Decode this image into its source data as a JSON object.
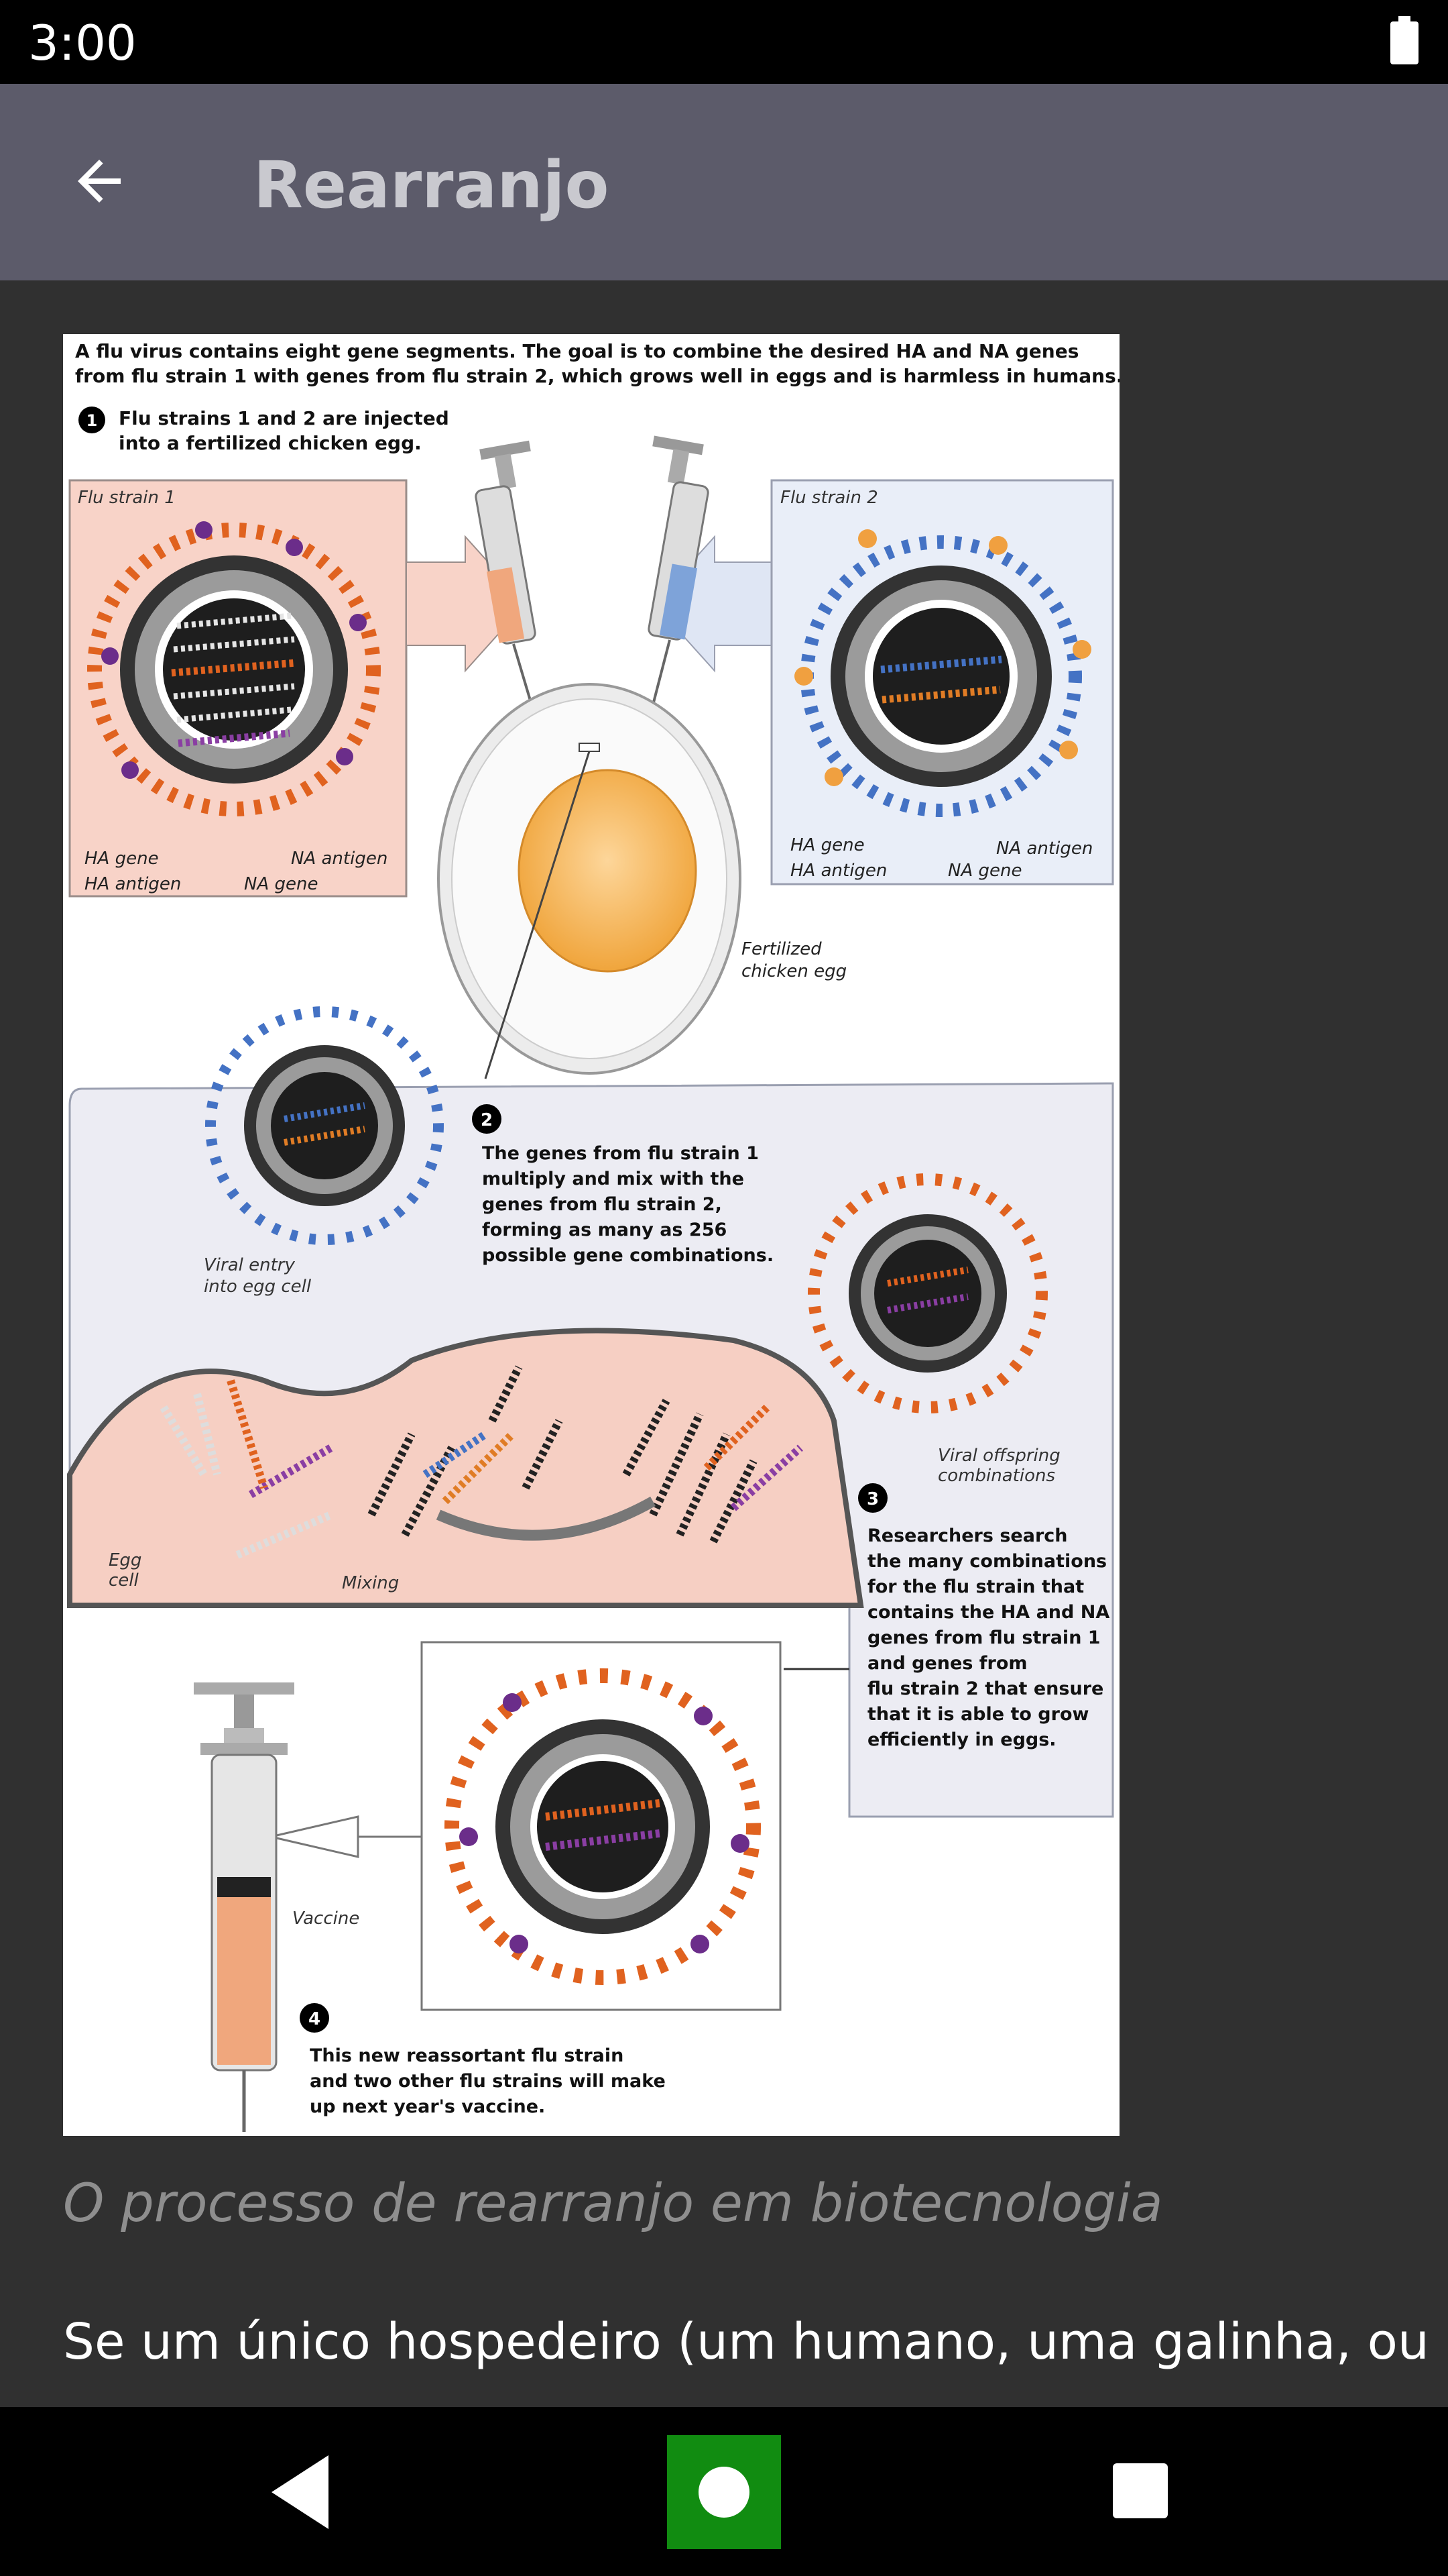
{
  "status_bar": {
    "time": "3:00",
    "battery_icon": "battery-full-icon"
  },
  "app_bar": {
    "title": "Rearranjo",
    "back_icon": "arrow-back-icon"
  },
  "figure": {
    "intro": [
      "A flu virus contains eight gene segments. The goal is to combine the desired HA and NA genes",
      "from flu strain 1 with genes from flu strain 2, which grows well in eggs and is harmless in humans."
    ],
    "step1": {
      "number": "1",
      "lines": [
        "Flu strains 1 and 2 are injected",
        "into a fertilized chicken egg."
      ]
    },
    "strain1": {
      "label": "Flu strain 1",
      "ha_gene": "HA gene",
      "ha_antigen": "HA antigen",
      "na_antigen": "NA antigen",
      "na_gene": "NA gene"
    },
    "strain2": {
      "label": "Flu strain 2",
      "ha_gene": "HA gene",
      "ha_antigen": "HA antigen",
      "na_antigen": "NA antigen",
      "na_gene": "NA gene"
    },
    "egg_label": [
      "Fertilized",
      "chicken egg"
    ],
    "step2": {
      "number": "2",
      "lines": [
        "The genes from flu strain 1",
        "multiply and mix with the",
        "genes from flu strain 2,",
        "forming as many as 256",
        "possible gene combinations."
      ]
    },
    "viral_entry": [
      "Viral entry",
      "into egg cell"
    ],
    "viral_offspring": [
      "Viral offspring",
      "combinations"
    ],
    "egg_cell": [
      "Egg",
      "cell"
    ],
    "mixing": "Mixing",
    "step3": {
      "number": "3",
      "lines": [
        "Researchers search",
        "the many combinations",
        "for the flu strain that",
        "contains the HA and NA",
        "genes from flu strain 1",
        "and genes from",
        "flu strain 2 that ensure",
        "that it is able to grow",
        "efficiently in eggs."
      ]
    },
    "vaccine_label": "Vaccine",
    "step4": {
      "number": "4",
      "lines": [
        "This new reassortant flu strain",
        "and two other flu strains will make",
        "up next year's vaccine."
      ]
    }
  },
  "caption": "O processo de rearranjo em biotecnologia",
  "body_text": "Se um único hospedeiro (um humano, uma galinha, ou",
  "nav_bar": {
    "back": "nav-back-icon",
    "home": "nav-home-icon",
    "recents": "nav-recents-icon"
  }
}
